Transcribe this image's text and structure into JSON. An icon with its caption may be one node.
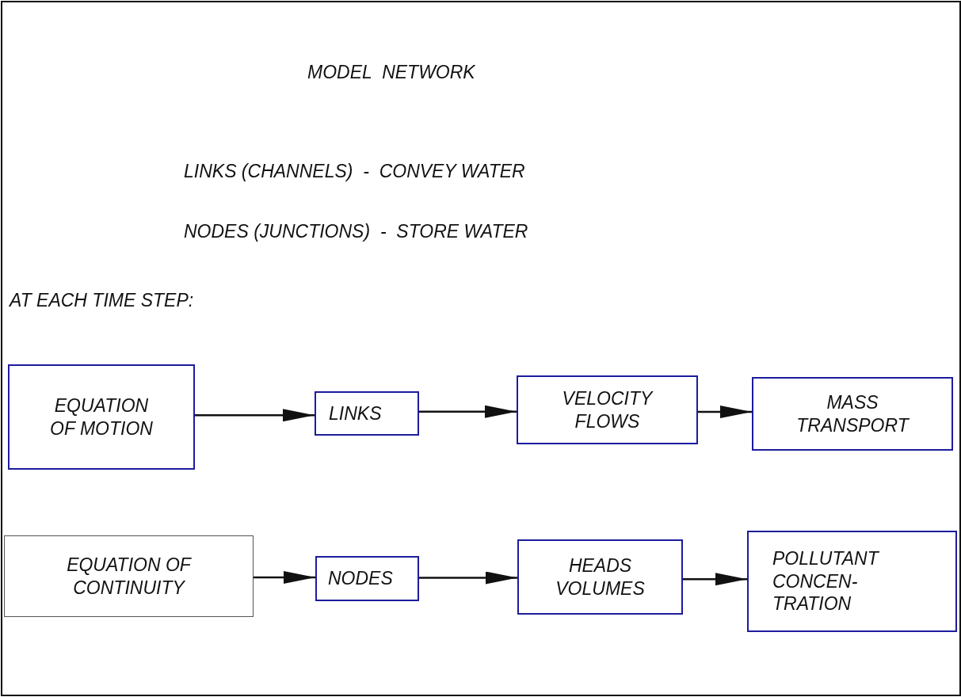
{
  "diagram": {
    "title": "MODEL  NETWORK",
    "nodes": [
      {
        "text": [
          "EQUATION OF MOTION"
        ]
      },
      {
        "text": [
          "LINKS"
        ]
      },
      {
        "text": [
          "VELOCITY FLOWS"
        ]
      },
      {
        "text": [
          "MASS TRANSPORT"
        ]
      },
      {
        "text": [
          "EQUATION OF CONTINUITY"
        ]
      },
      {
        "text": [
          "NODES"
        ]
      },
      {
        "text": [
          "HEADS VOLUMES"
        ]
      },
      {
        "text": [
          "POLLUTANT CONCEN- TRATION"
        ]
      }
    ],
    "edges": [
      {
        "from": 0,
        "to": 1,
        "arrow": "to"
      },
      {
        "from": 1,
        "to": 2,
        "arrow": "to"
      },
      {
        "from": 2,
        "to": 3,
        "arrow": "to"
      },
      {
        "from": 4,
        "to": 5,
        "arrow": "to"
      },
      {
        "from": 5,
        "to": 6,
        "arrow": "to"
      },
      {
        "from": 6,
        "to": 7,
        "arrow": "to"
      }
    ],
    "labels": [
      "LINKS (CHANNELS)  -  CONVEY WATER",
      "NODES (JUNCTIONS)  -  STORE WATER",
      "AT EACH TIME STEP:"
    ]
  }
}
